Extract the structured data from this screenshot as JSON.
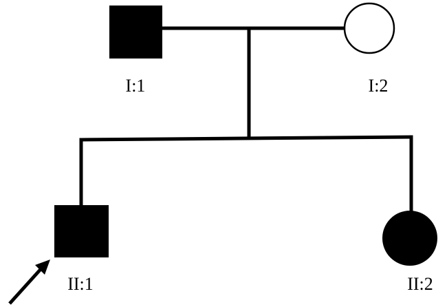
{
  "pedigree": {
    "generations": [
      {
        "individuals": [
          {
            "id": "I:1",
            "label": "I:1",
            "sex": "male",
            "affected": true
          },
          {
            "id": "I:2",
            "label": "I:2",
            "sex": "female",
            "affected": false
          }
        ]
      },
      {
        "individuals": [
          {
            "id": "II:1",
            "label": "II:1",
            "sex": "male",
            "affected": true,
            "proband": true
          },
          {
            "id": "II:2",
            "label": "II:2",
            "sex": "female",
            "affected": true
          }
        ]
      }
    ],
    "relationships": {
      "couple": [
        "I:1",
        "I:2"
      ],
      "children": [
        "II:1",
        "II:2"
      ]
    },
    "colors": {
      "affected": "#000000",
      "unaffected": "#ffffff",
      "line": "#000000"
    }
  }
}
